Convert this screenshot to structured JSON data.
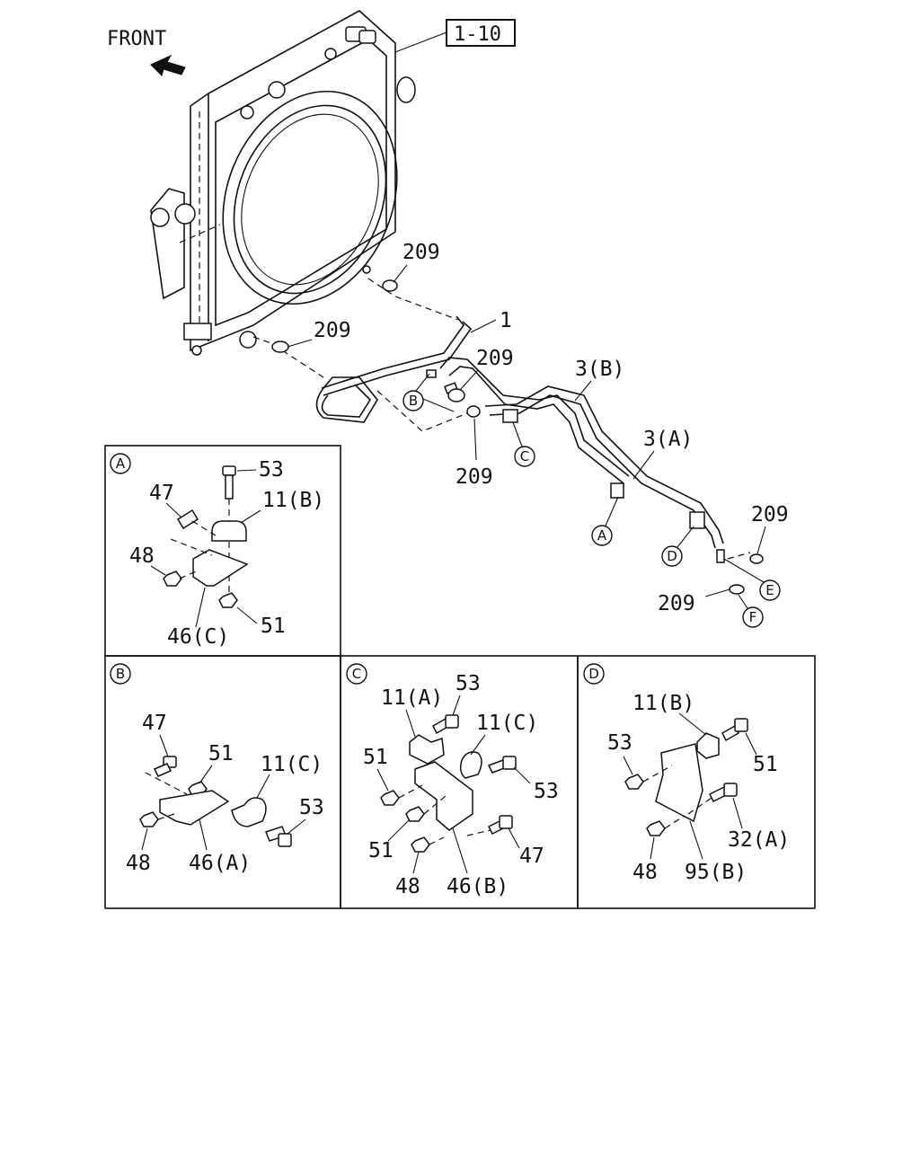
{
  "header": {
    "front_label": "FRONT",
    "reference_box": "1-10"
  },
  "main": {
    "callouts": {
      "c209_top": "209",
      "c1": "1",
      "c209_mid": "209",
      "c209_right": "209",
      "c3b": "3(B)",
      "c3a": "3(A)",
      "c209_lower": "209",
      "c209_e": "209",
      "c209_f": "209"
    },
    "markers": {
      "b": "B",
      "c": "C",
      "a": "A",
      "d": "D",
      "e": "E",
      "f": "F"
    }
  },
  "details": {
    "a": {
      "marker": "A",
      "labels": {
        "l53": "53",
        "l47": "47",
        "l11b": "11(B)",
        "l48": "48",
        "l46c": "46(C)",
        "l51": "51"
      }
    },
    "b": {
      "marker": "B",
      "labels": {
        "l47": "47",
        "l51": "51",
        "l11c": "11(C)",
        "l53": "53",
        "l48": "48",
        "l46a": "46(A)"
      }
    },
    "c": {
      "marker": "C",
      "labels": {
        "l11a": "11(A)",
        "l53a": "53",
        "l11c": "11(C)",
        "l51a": "51",
        "l53b": "53",
        "l51b": "51",
        "l47": "47",
        "l48": "48",
        "l46b": "46(B)"
      }
    },
    "d": {
      "marker": "D",
      "labels": {
        "l11b": "11(B)",
        "l53": "53",
        "l51": "51",
        "l32a": "32(A)",
        "l48": "48",
        "l95b": "95(B)"
      }
    }
  }
}
